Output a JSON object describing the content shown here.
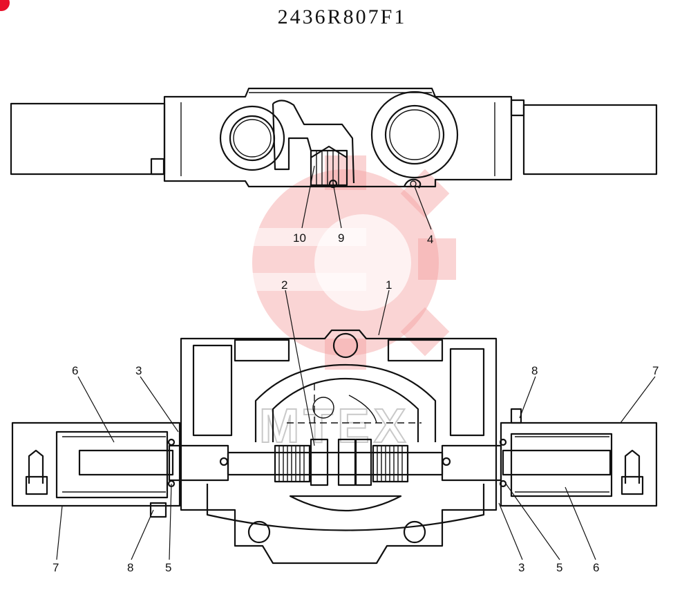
{
  "diagram": {
    "part_number": "2436R807F1",
    "watermark_text": "MTEX",
    "colors": {
      "line": "#111111",
      "watermark": "#f4a0a0",
      "corner_badge": "#e8102a"
    },
    "callouts_top": [
      "10",
      "9",
      "4"
    ],
    "callouts_bottom": {
      "upper": [
        "2",
        "1",
        "6",
        "3",
        "8",
        "7"
      ],
      "lower_left": [
        "7",
        "8",
        "5"
      ],
      "lower_right": [
        "3",
        "5",
        "6"
      ]
    }
  }
}
